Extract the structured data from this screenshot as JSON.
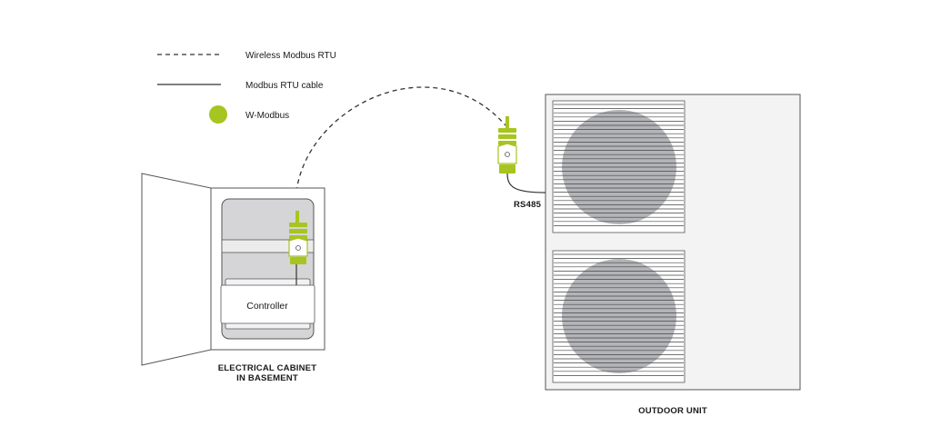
{
  "legend": {
    "wireless_label": "Wireless Modbus RTU",
    "cable_label": "Modbus RTU cable",
    "device_label": "W-Modbus"
  },
  "cabinet": {
    "caption_line1": "ELECTRICAL CABINET",
    "caption_line2": "IN BASEMENT",
    "controller_label": "Controller"
  },
  "outdoor": {
    "caption": "OUTDOOR UNIT",
    "port_label": "RS485"
  },
  "colors": {
    "device_green": "#a6c520",
    "line": "#333333",
    "cabinet_grey": "#d5d5d7",
    "fan_grey": "#b3b4b8"
  }
}
